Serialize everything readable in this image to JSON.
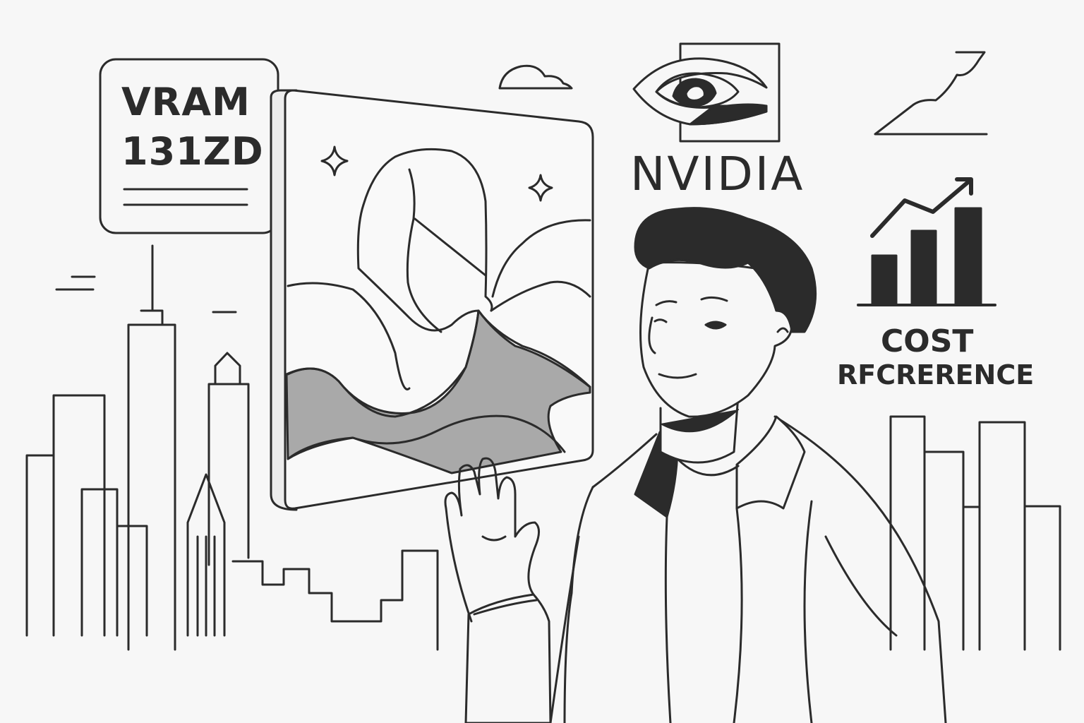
{
  "spec_card": {
    "line1": "VRAM",
    "line2": "131ZD"
  },
  "brand": {
    "name": "NVIDIA"
  },
  "cost_panel": {
    "line1": "COST",
    "line2": "RFCRERENCE",
    "bars": [
      0.37,
      0.55,
      0.72
    ]
  },
  "colors": {
    "ink": "#2b2b2b",
    "fill_gray": "#a9a9a9",
    "background": "#f7f7f7"
  },
  "icons": [
    "cloud-icon",
    "star-icon",
    "eye-logo-icon",
    "trend-arrow-icon",
    "bar-chart-icon"
  ]
}
